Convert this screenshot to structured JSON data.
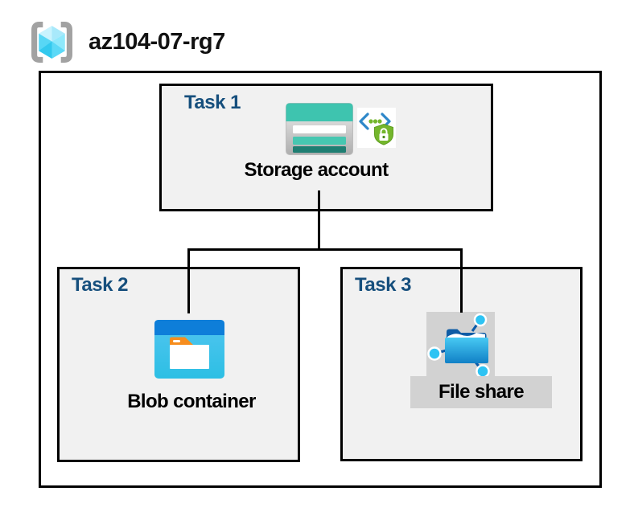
{
  "header": {
    "resource_group_name": "az104-07-rg7"
  },
  "tasks": [
    {
      "label": "Task 1",
      "item": "Storage account",
      "icons": [
        "storage-account-icon",
        "sas-shield-icon"
      ]
    },
    {
      "label": "Task 2",
      "item": "Blob container",
      "icons": [
        "blob-container-icon"
      ]
    },
    {
      "label": "Task 3",
      "item": "File share",
      "icons": [
        "file-share-icon"
      ]
    }
  ],
  "connections": [
    {
      "from": "Storage account",
      "to": "Blob container"
    },
    {
      "from": "Storage account",
      "to": "File share"
    }
  ],
  "colors": {
    "task_heading": "#164f7d",
    "task_box_fill": "#f1f1f1",
    "outline": "#000000",
    "storage_teal": "#3ec4af",
    "storage_teal_dark": "#1e7e72",
    "blob_header_blue": "#0e7ed9",
    "blob_body_blue": "#3fc3ee",
    "folder_tab_orange": "#f68d1e",
    "sas_bracket_blue": "#2d87c9",
    "sas_shield_green": "#74b62c",
    "file_share_bg_gray": "#d2d2d2",
    "network_node_cyan": "#2ec3f3",
    "cube_cyan": "#58d7f5",
    "bracket_gray": "#a2a2a2"
  }
}
